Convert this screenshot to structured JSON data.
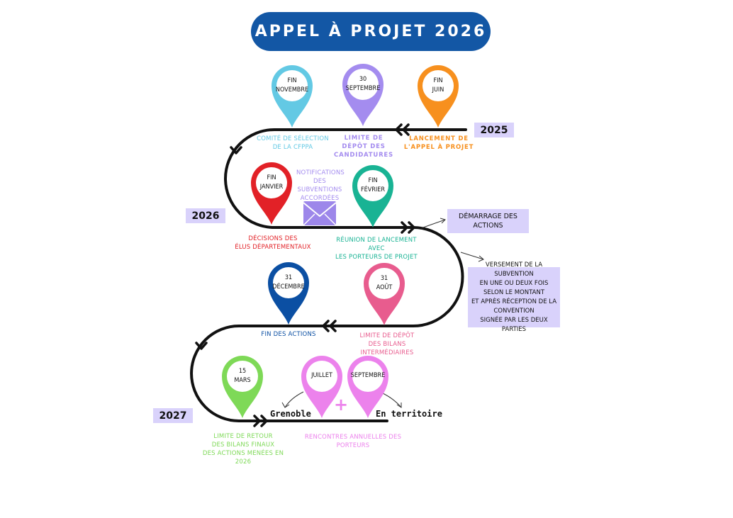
{
  "title": "APPEL À PROJET 2026",
  "colors": {
    "title_bg": "#1357a5",
    "track": "#111111",
    "year_box": "#d9d2fb",
    "light_blue": "#63c9e4",
    "lavender": "#a48cef",
    "orange": "#f7901e",
    "red": "#e22127",
    "teal": "#19b394",
    "navy": "#0b4fa3",
    "rose": "#e85c8e",
    "green": "#7ed957",
    "magenta": "#ec82ec"
  },
  "years": {
    "y2025": "2025",
    "y2026": "2026",
    "y2027": "2027"
  },
  "pins": {
    "fin_novembre": {
      "line1": "FIN",
      "line2": "NOVEMBRE",
      "color_key": "light_blue"
    },
    "septembre_30": {
      "line1": "30",
      "line2": "SEPTEMBRE",
      "color_key": "lavender"
    },
    "fin_juin": {
      "line1": "FIN",
      "line2": "JUIN",
      "color_key": "orange"
    },
    "fin_janvier": {
      "line1": "FIN",
      "line2": "JANVIER",
      "color_key": "red"
    },
    "fin_fevrier": {
      "line1": "FIN",
      "line2": "FÉVRIER",
      "color_key": "teal"
    },
    "decembre_31": {
      "line1": "31",
      "line2": "DÉCEMBRE",
      "color_key": "navy"
    },
    "aout_31": {
      "line1": "31",
      "line2": "AOÛT",
      "color_key": "rose"
    },
    "mars_15": {
      "line1": "15",
      "line2": "MARS",
      "color_key": "green"
    },
    "juillet": {
      "line1": "JUILLET",
      "line2": "",
      "color_key": "magenta"
    },
    "septembre": {
      "line1": "SEPTEMBRE",
      "line2": "",
      "color_key": "magenta"
    }
  },
  "labels": {
    "comite": {
      "l1": "Comité de sélection",
      "l2": "de la CFPPA"
    },
    "limite_depot_candidatures": {
      "l1": "LIMITE DE",
      "l2": "DÉPÔT DES",
      "l3": "CANDIDATURES"
    },
    "lancement": {
      "l1": "LANCEMENT DE",
      "l2": "L'APPEL À PROJET"
    },
    "notifications": {
      "l1": "Notifications",
      "l2": "des",
      "l3": "subventions",
      "l4": "accordées"
    },
    "decisions": {
      "l1": "Décisions des",
      "l2": "élus départementaux"
    },
    "reunion": {
      "l1": "Réunion de lancement avec",
      "l2": "les porteurs de projet"
    },
    "fin_actions": {
      "l1": "Fin des actions"
    },
    "limite_bilans_inter": {
      "l1": "Limite de dépôt",
      "l2": "des bilans intermédiaires"
    },
    "limite_retour": {
      "l1": "Limite de retour",
      "l2": "des bilans finaux",
      "l3": "des actions menées en 2026"
    },
    "rencontres": {
      "l1": "Rencontres annuelles des porteurs"
    }
  },
  "boxes": {
    "demarrage": "Démarrage des actions",
    "versement": {
      "l1": "Versement de la subvention",
      "l2": "en une ou deux fois",
      "l3": "selon le montant",
      "l4": "et après réception de la",
      "l5": "convention",
      "l6": "signée par les deux parties"
    }
  },
  "places": {
    "grenoble": "Grenoble",
    "territoire": "En territoire",
    "plus": "+"
  }
}
